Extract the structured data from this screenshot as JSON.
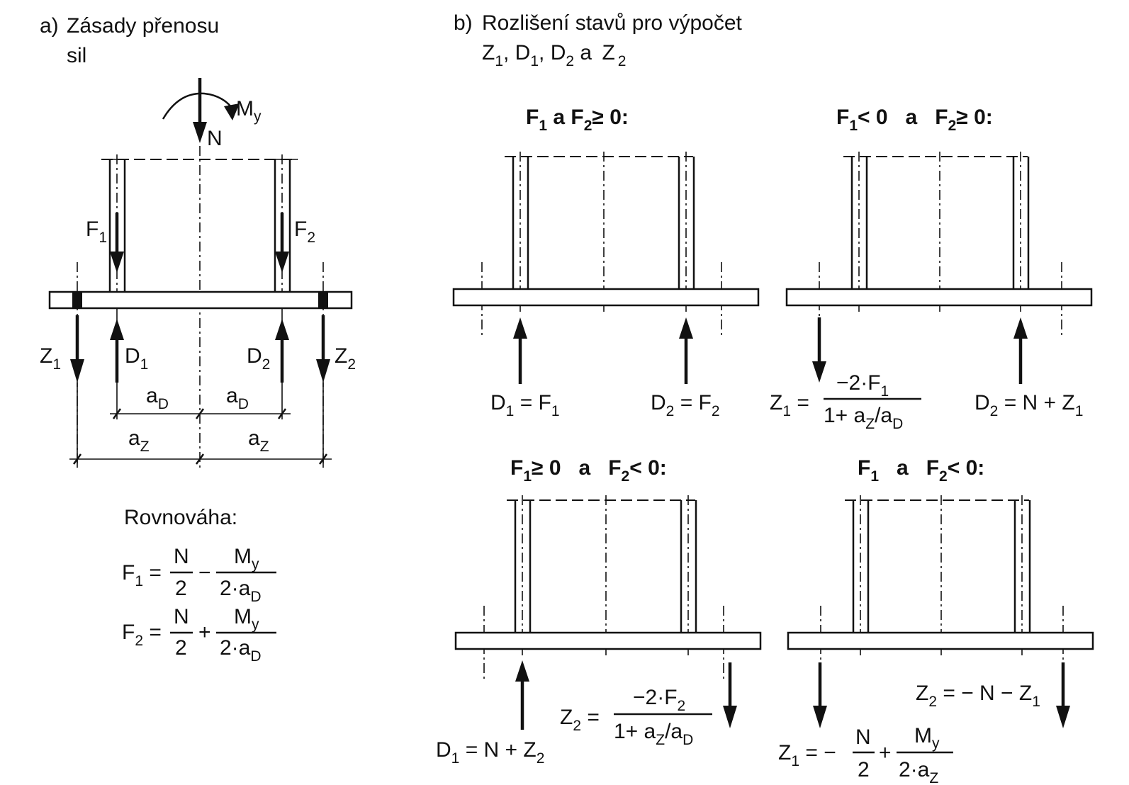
{
  "panel_a": {
    "label": "a)",
    "title_line1": "Zásady přenosu",
    "title_line2": "sil",
    "moment": {
      "main": "M",
      "sub": "y"
    },
    "axial": "N",
    "force_left": {
      "main": "F",
      "sub": "1"
    },
    "force_right": {
      "main": "F",
      "sub": "2"
    },
    "tension_left": {
      "main": "Z",
      "sub": "1"
    },
    "tension_right": {
      "main": "Z",
      "sub": "2"
    },
    "compression_left": {
      "main": "D",
      "sub": "1"
    },
    "compression_right": {
      "main": "D",
      "sub": "2"
    },
    "dim_d": {
      "main": "a",
      "sub": "D"
    },
    "dim_z": {
      "main": "a",
      "sub": "Z"
    },
    "equilibrium_title": "Rovnováha:",
    "eq1": {
      "lhs": "F",
      "lhs_sub": "1",
      "num1": "N",
      "den1": "2",
      "op": "−",
      "num2_main": "M",
      "num2_sub": "y",
      "den2_main": "2·a",
      "den2_sub": "D"
    },
    "eq2": {
      "lhs": "F",
      "lhs_sub": "2",
      "num1": "N",
      "den1": "2",
      "op": "+",
      "num2_main": "M",
      "num2_sub": "y",
      "den2_main": "2·a",
      "den2_sub": "D"
    }
  },
  "panel_b": {
    "label": "b)",
    "title_line1": "Rozlišení stavů pro výpočet",
    "title_line2": {
      "z1": "Z",
      "s1": "1",
      "d1": ", D",
      "s2": "1",
      "d2": ", D",
      "s3": "2",
      "and": " a ",
      "z2": "Z",
      "s4": "2"
    },
    "cases": [
      {
        "heading": {
          "p1": "F",
          "s1": "1",
          "p2": " a ",
          "p3": "F",
          "s2": "2",
          "p4": "≥ 0:"
        },
        "labels": [
          "D₁ = F₁",
          "D₂ = F₂"
        ]
      },
      {
        "heading": {
          "p1": "F",
          "s1": "1",
          "p2": "< 0   a   ",
          "p3": "F",
          "s2": "2",
          "p4": "≥ 0:"
        },
        "labels": [
          "Z₁ =",
          "−2·F₁",
          "1+ a_Z/a_D",
          "D₂ = N + Z₁"
        ]
      },
      {
        "heading": {
          "p1": "F",
          "s1": "1",
          "p2": "≥ 0   a   ",
          "p3": "F",
          "s2": "2",
          "p4": "< 0:"
        },
        "labels": [
          "D₁ = N + Z₂",
          "Z₂ =",
          "−2·F₂",
          "1+ a_Z/a_D"
        ]
      },
      {
        "heading": {
          "p1": "F",
          "s1": "1",
          "p2": "   a   ",
          "p3": "F",
          "s2": "2",
          "p4": "< 0:"
        },
        "labels": [
          "Z₂ = − N − Z₁",
          "Z₁ = −",
          "N",
          "2",
          "+",
          "M_y",
          "2·a_Z"
        ]
      }
    ]
  }
}
